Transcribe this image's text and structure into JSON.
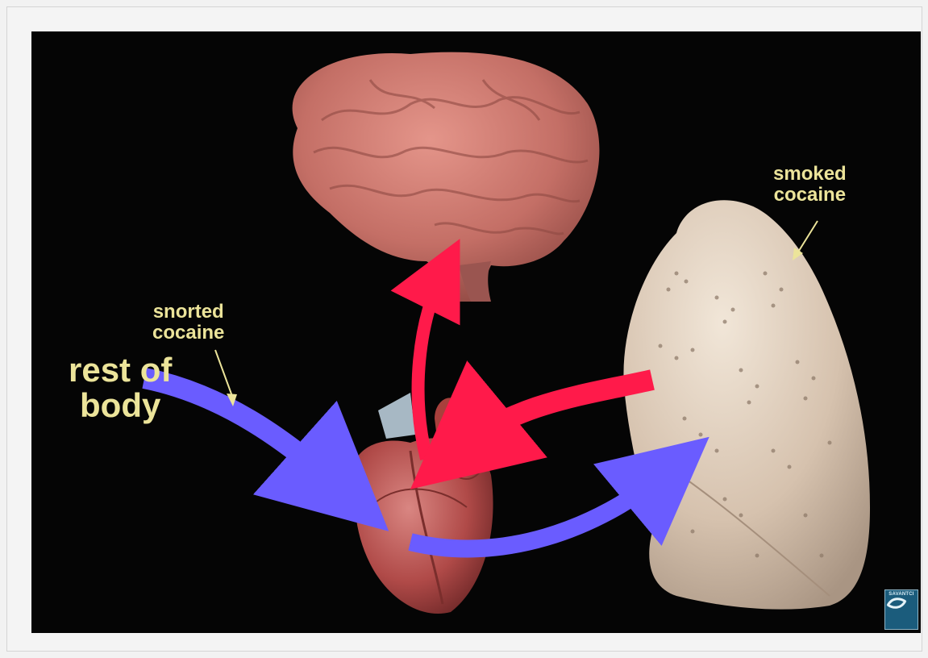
{
  "labels": {
    "smoked": "smoked\ncocaine",
    "snorted": "snorted\ncocaine",
    "rest_of_body": "rest of\nbody"
  },
  "logo": {
    "text": "SAVANTCI"
  },
  "colors": {
    "background": "#050505",
    "label_text": "#ece49a",
    "oxygenated_flow": "#ff1a4a",
    "deoxygenated_flow": "#6a5cff",
    "brain": "#c9766c",
    "lung": "#d8c6b4",
    "heart": "#b04a48"
  },
  "icons": [
    "brain-image",
    "heart-image",
    "lung-image",
    "savantci-logo-icon"
  ]
}
